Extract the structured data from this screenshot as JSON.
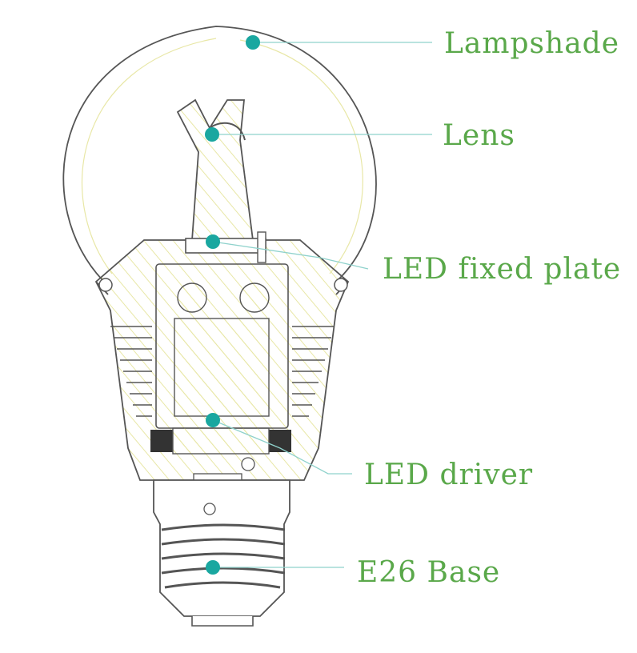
{
  "colors": {
    "label": "#5aa84a",
    "dot": "#1aa7a0",
    "leader": "#8fd2cc",
    "outline": "#555555",
    "hatch": "#e8e7a6",
    "dark_band": "#333333"
  },
  "labels": {
    "lampshade": "Lampshade",
    "lens": "Lens",
    "led_fixed_plate": "LED fixed plate",
    "led_driver": "LED driver",
    "e26_base": "E26 Base"
  }
}
